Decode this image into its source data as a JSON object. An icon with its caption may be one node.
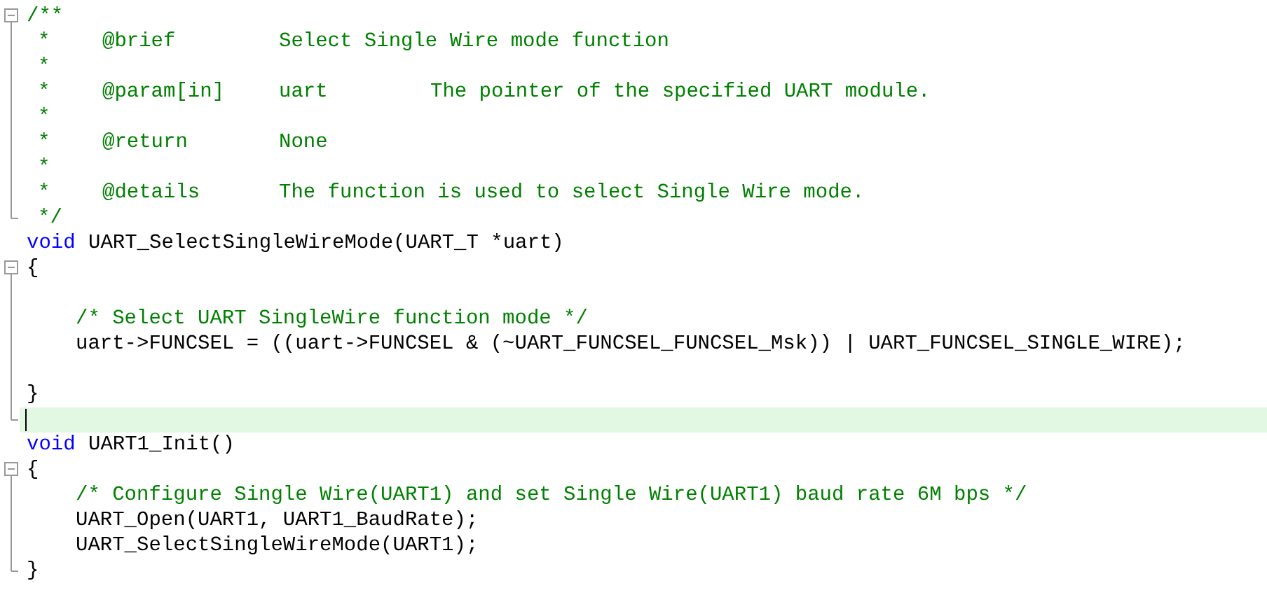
{
  "diagram": {
    "labels": [
      "/**",
      "*",
      "@brief",
      "Select Single Wire mode function",
      "*",
      "*",
      "@param[in]",
      "uart",
      "The pointer of the specified UART module.",
      "*",
      "*",
      "@return",
      "None",
      "*",
      "*",
      "@details",
      "The function is used to select Single Wire mode.",
      "*/",
      "void",
      "UART_SelectSingleWireMode(UART_T *uart)",
      "{",
      "/* Select UART SingleWire function mode */",
      "uart->FUNCSEL = ((uart->FUNCSEL & (~UART_FUNCSEL_FUNCSEL_Msk)) | UART_FUNCSEL_SINGLE_WIRE);",
      "}",
      "void",
      "UART1_Init()",
      "{",
      "/* Configure Single Wire(UART1) and set Single Wire(UART1) baud rate 6M bps */",
      "UART_Open(UART1, UART1_BaudRate);",
      "UART_SelectSingleWireMode(UART1);",
      "}"
    ]
  }
}
